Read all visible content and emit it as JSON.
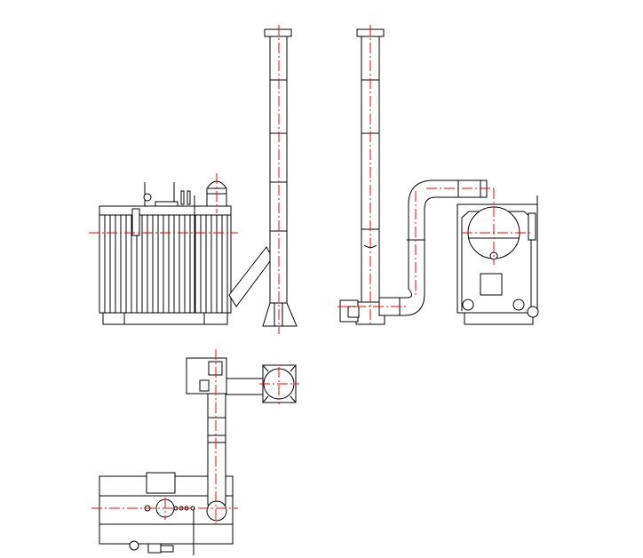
{
  "drawing": {
    "views": [
      "front-elevation",
      "side-elevation",
      "plan-view"
    ],
    "colors": {
      "line": "#000000",
      "centerline": "#ff0000",
      "background": "#ffffff"
    }
  }
}
